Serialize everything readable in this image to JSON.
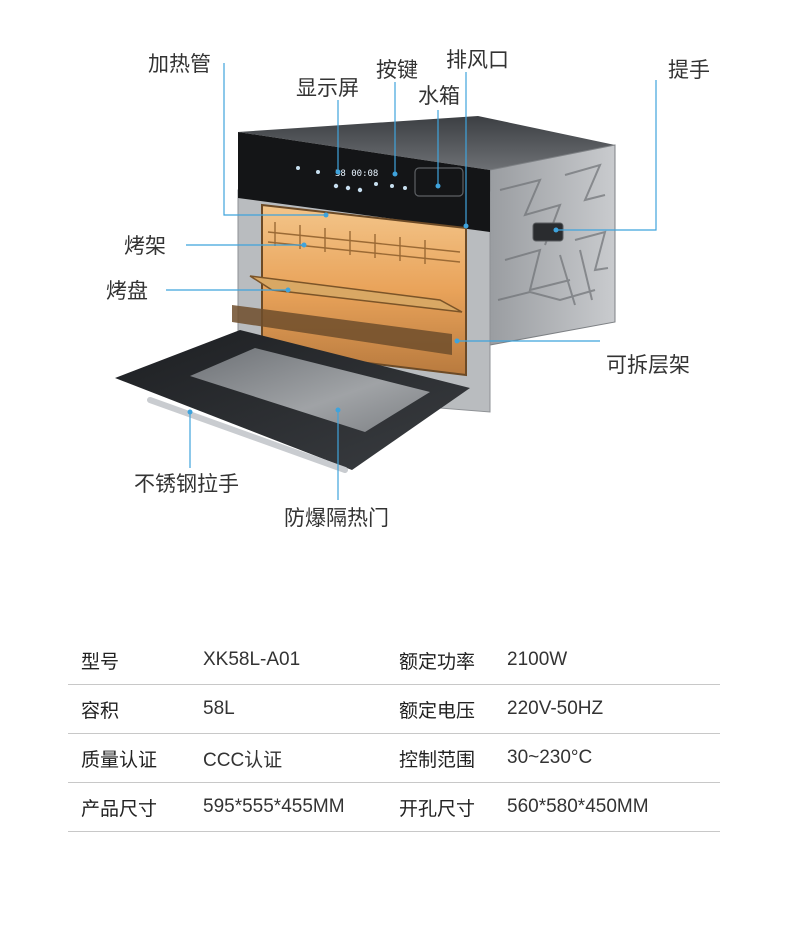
{
  "labels": {
    "heating_tube": "加热管",
    "display": "显示屏",
    "buttons": "按键",
    "exhaust": "排风口",
    "water_tank": "水箱",
    "handle": "提手",
    "rack": "烤架",
    "tray": "烤盘",
    "removable_rack": "可拆层架",
    "steel_handle": "不锈钢拉手",
    "door": "防爆隔热门"
  },
  "display_readout": "38 00:08",
  "specs": [
    {
      "k1": "型号",
      "v1": "XK58L-A01",
      "k2": "额定功率",
      "v2": "2100W"
    },
    {
      "k1": "容积",
      "v1": "58L",
      "k2": "额定电压",
      "v2": "220V-50HZ"
    },
    {
      "k1": "质量认证",
      "v1": "CCC认证",
      "k2": "控制范围",
      "v2": "30~230°C"
    },
    {
      "k1": "产品尺寸",
      "v1": "595*555*455MM",
      "k2": "开孔尺寸",
      "v2": "560*580*450MM"
    }
  ],
  "colors": {
    "leader_line": "#3fa3dc",
    "table_rule": "#c8c8c8"
  }
}
